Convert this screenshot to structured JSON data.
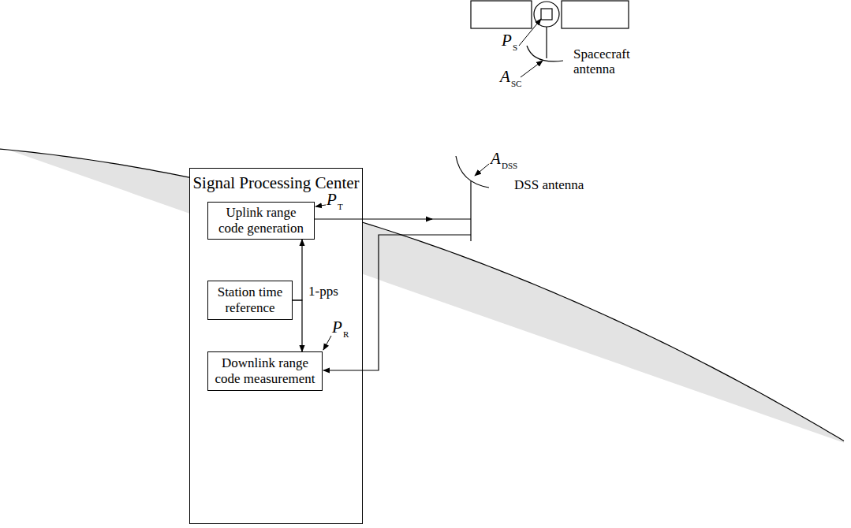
{
  "diagram": {
    "nodes": [
      {
        "text": [
          "Signal Processing Center"
        ]
      },
      {
        "text": [
          "Uplink range code generation"
        ],
        "in": 0
      },
      {
        "text": [
          "Station time reference"
        ],
        "in": 0
      },
      {
        "text": [
          "Downlink range code measurement"
        ],
        "in": 0
      }
    ],
    "edges": [
      {
        "from": 2,
        "to": 1,
        "arrow": "to",
        "label": "1-pps"
      },
      {
        "from": 2,
        "to": 3,
        "arrow": "to"
      }
    ],
    "labels": [
      "P",
      "S",
      "A",
      "SC",
      "Spacecraft antenna",
      "A",
      "DSS",
      "DSS antenna",
      "P",
      "T",
      "P",
      "R"
    ]
  }
}
